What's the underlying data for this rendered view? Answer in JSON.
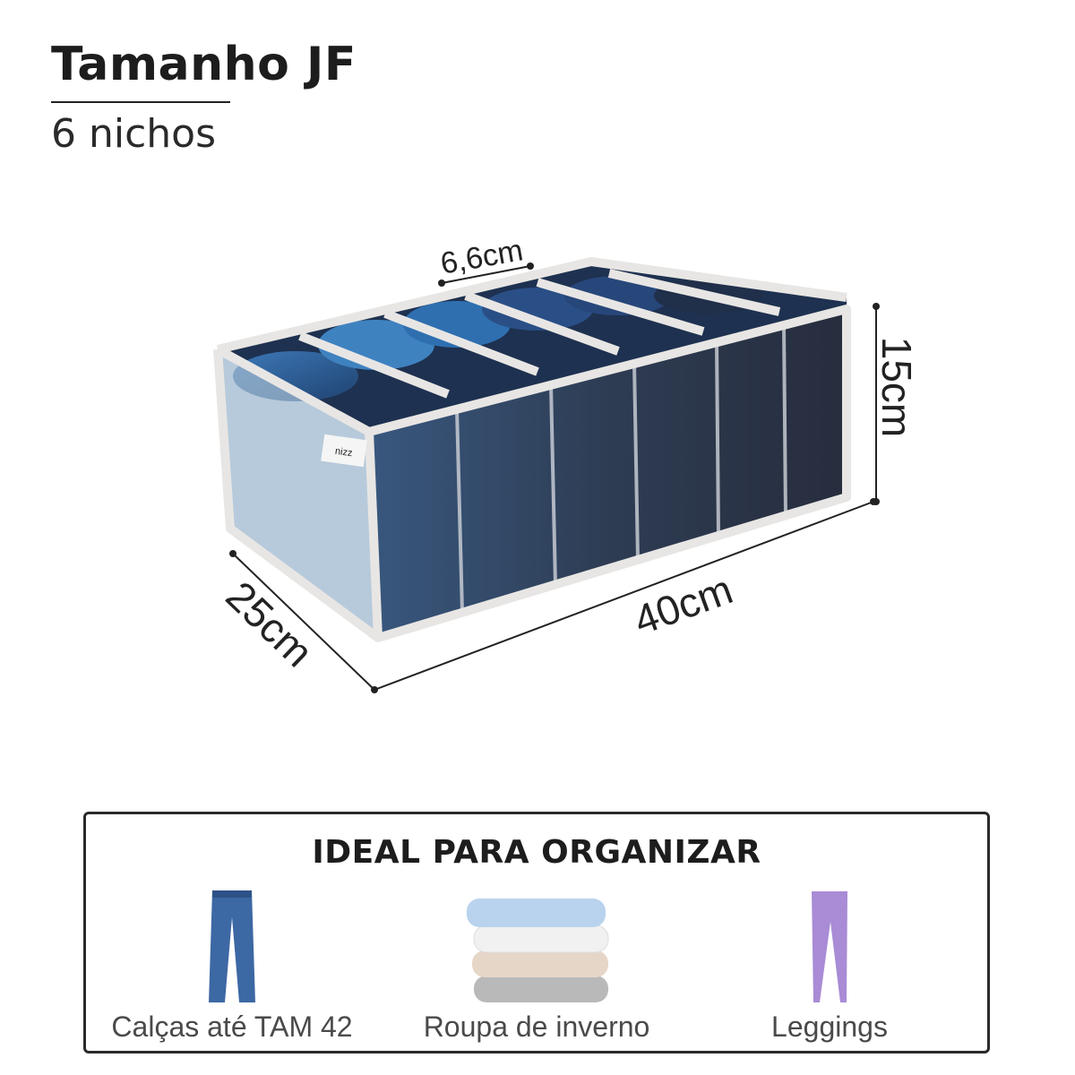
{
  "header": {
    "title": "Tamanho JF",
    "subtitle": "6 nichos"
  },
  "product": {
    "brand_tag": "nizz",
    "dimensions": {
      "niche_width": "6,6cm",
      "height": "15cm",
      "depth": "25cm",
      "length": "40cm"
    }
  },
  "ideal_panel": {
    "title": "IDEAL PARA ORGANIZAR",
    "items": [
      {
        "label": "Calças até TAM 42",
        "icon": "jeans-icon"
      },
      {
        "label": "Roupa de inverno",
        "icon": "folded-sweaters-icon"
      },
      {
        "label": "Leggings",
        "icon": "leggings-icon"
      }
    ]
  },
  "colors": {
    "denim": "#2f5f95",
    "dark_denim": "#1e2d45",
    "trim": "#e8e6e4",
    "leggings": "#a98bd6"
  }
}
